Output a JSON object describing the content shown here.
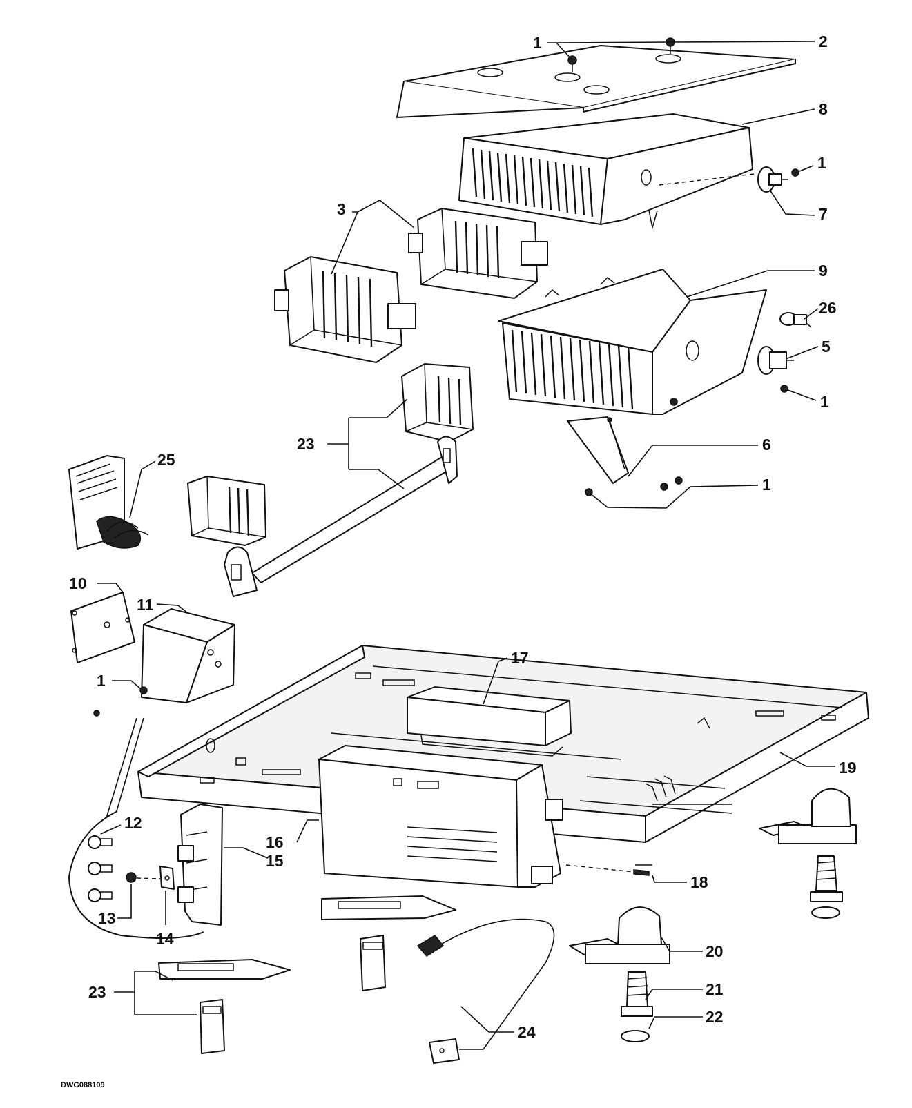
{
  "drawing_id": "DWG088109",
  "callouts": {
    "c1": "1",
    "c2": "2",
    "c3": "3",
    "c5": "5",
    "c6": "6",
    "c7": "7",
    "c8": "8",
    "c9": "9",
    "c10": "10",
    "c11": "11",
    "c12": "12",
    "c13": "13",
    "c14": "14",
    "c15": "15",
    "c16": "16",
    "c17": "17",
    "c18": "18",
    "c19": "19",
    "c20": "20",
    "c21": "21",
    "c22": "22",
    "c23": "23",
    "c24": "24",
    "c25": "25",
    "c26": "26"
  }
}
